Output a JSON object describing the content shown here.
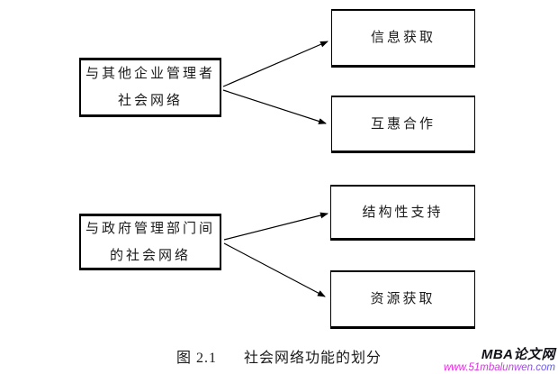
{
  "figure": {
    "groups": [
      {
        "source": {
          "lines": [
            "与其他企业管理者",
            "社会网络"
          ]
        },
        "targets": [
          {
            "label": "信息获取"
          },
          {
            "label": "互惠合作"
          }
        ]
      },
      {
        "source": {
          "lines": [
            "与政府管理部门间",
            "的社会网络"
          ]
        },
        "targets": [
          {
            "label": "结构性支持"
          },
          {
            "label": "资源获取"
          }
        ]
      }
    ],
    "caption": {
      "number": "图 2.1",
      "title": "社会网络功能的划分"
    },
    "watermark": {
      "site_name": "MBA论文网",
      "site_url": "www.51mbalunwen.com"
    },
    "colors": {
      "background": "#ffffff",
      "line": "#000000",
      "text": "#1a1a1a",
      "watermark_name": "#101018",
      "watermark_url_start": "#e81ee0",
      "watermark_url_end": "#4f5cee"
    }
  }
}
